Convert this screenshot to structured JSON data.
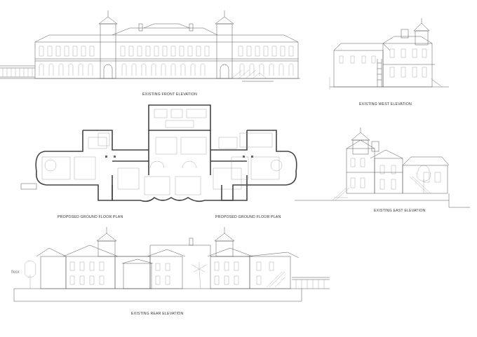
{
  "captions": {
    "front_elevation": "EXISTING FRONT ELEVATION",
    "west_elevation": "EXISTING WEST ELEVATION",
    "ground_plan_left": "PROPOSED GROUND FLOOR PLAN",
    "ground_plan_right": "PROPOSED  GROUND FLOOR PLAN",
    "east_elevation": "EXISTING EAST ELEVATION",
    "rear_elevation": "EXISTING REAR ELEVATION"
  },
  "annotations": {
    "rear_left_note": "floor"
  }
}
